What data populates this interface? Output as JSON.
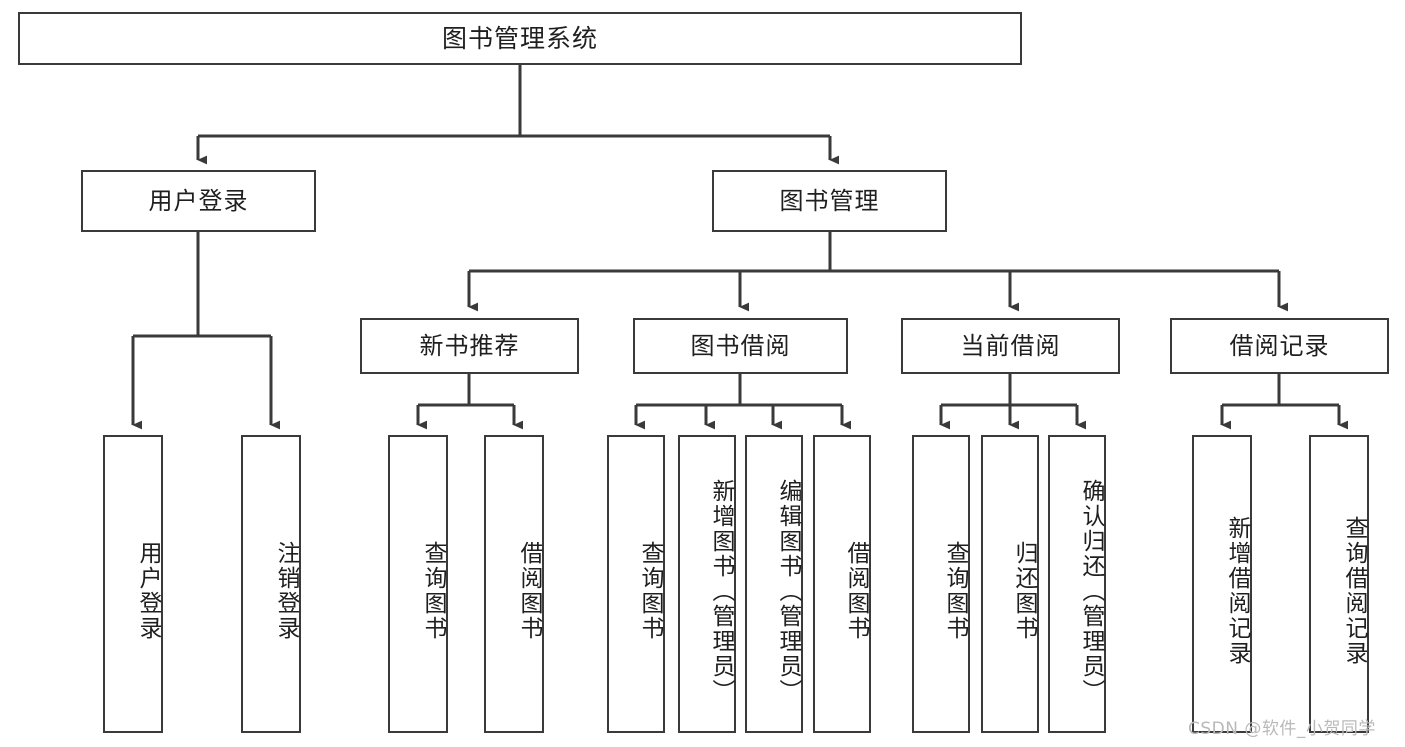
{
  "diagram": {
    "title_box": {
      "label": "图书管理系统"
    },
    "level1": [
      {
        "id": "user-login",
        "label": "用户登录"
      },
      {
        "id": "book-management",
        "label": "图书管理"
      }
    ],
    "level2": [
      {
        "id": "new-book-recommend",
        "label": "新书推荐"
      },
      {
        "id": "book-borrow",
        "label": "图书借阅"
      },
      {
        "id": "current-borrow",
        "label": "当前借阅"
      },
      {
        "id": "borrow-record",
        "label": "借阅记录"
      }
    ],
    "leaves": [
      {
        "id": "leaf-user-login",
        "label": "用户登录"
      },
      {
        "id": "leaf-logout-login",
        "label": "注销登录"
      },
      {
        "id": "leaf-query-book-1",
        "label": "查询图书"
      },
      {
        "id": "leaf-borrow-book-1",
        "label": "借阅图书"
      },
      {
        "id": "leaf-query-book-2",
        "label": "查询图书"
      },
      {
        "id": "leaf-add-book",
        "label": "新增图书（管理员）"
      },
      {
        "id": "leaf-edit-book",
        "label": "编辑图书（管理员）"
      },
      {
        "id": "leaf-borrow-book-2",
        "label": "借阅图书"
      },
      {
        "id": "leaf-query-book-3",
        "label": "查询图书"
      },
      {
        "id": "leaf-return-book",
        "label": "归还图书"
      },
      {
        "id": "leaf-confirm-return",
        "label": "确认归还（管理员）"
      },
      {
        "id": "leaf-add-record",
        "label": "新增借阅记录"
      },
      {
        "id": "leaf-query-record",
        "label": "查询借阅记录"
      }
    ],
    "watermark": "CSDN @软件_小贺同学",
    "colors": {
      "stroke": "#3a3a3a",
      "text": "#1f1f1f",
      "background": "#ffffff",
      "watermark": "#b9b9b9"
    }
  }
}
